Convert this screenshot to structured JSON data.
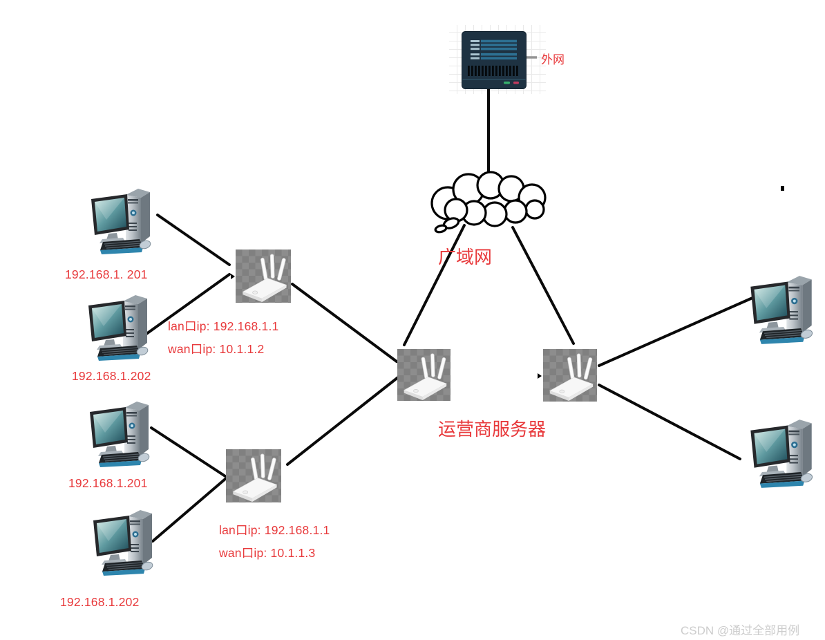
{
  "diagram": {
    "labels": {
      "external_network": "外网",
      "wan_cloud": "广域网",
      "isp_server": "运营商服务器"
    },
    "routers": {
      "top_left": {
        "lan_ip": "lan口ip:  192.168.1.1",
        "wan_ip": "wan口ip:  10.1.1.2"
      },
      "bottom_left": {
        "lan_ip": "lan口ip:  192.168.1.1",
        "wan_ip": "wan口ip:  10.1.1.3"
      }
    },
    "pcs": {
      "top_left_1": "192.168.1. 201",
      "top_left_2": "192.168.1.202",
      "bottom_left_1": "192.168.1.201",
      "bottom_left_2": "192.168.1.202"
    },
    "connections": [
      {
        "from": "external-server",
        "to": "wan-cloud"
      },
      {
        "from": "wan-cloud",
        "to": "center-isp-router"
      },
      {
        "from": "wan-cloud",
        "to": "right-router"
      },
      {
        "from": "top-left-router",
        "to": "center-isp-router"
      },
      {
        "from": "bottom-left-router",
        "to": "center-isp-router"
      },
      {
        "from": "pc-top-left-1",
        "to": "top-left-router"
      },
      {
        "from": "pc-top-left-2",
        "to": "top-left-router"
      },
      {
        "from": "pc-bottom-left-1",
        "to": "bottom-left-router"
      },
      {
        "from": "pc-bottom-left-2",
        "to": "bottom-left-router"
      },
      {
        "from": "right-router",
        "to": "pc-right-top"
      },
      {
        "from": "right-router",
        "to": "pc-right-bottom"
      }
    ],
    "colors": {
      "label_red": "#e8393b",
      "line_black": "#000000",
      "checker_gray_a": "#8d8d8d",
      "checker_gray_b": "#808080",
      "watermark_gray": "#cdcdcd"
    },
    "watermark": "CSDN @通过全部用例"
  }
}
